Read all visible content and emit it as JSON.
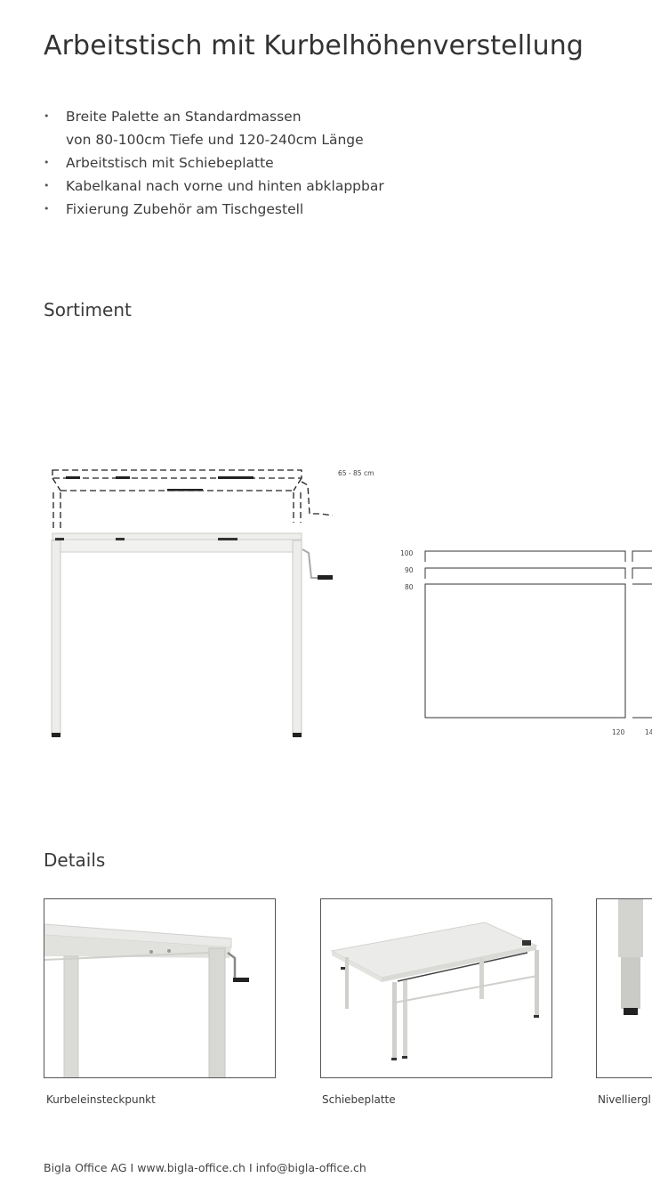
{
  "page": {
    "title": "Arbeitstisch mit Kurbelhöhenverstellung",
    "bullets": [
      {
        "line1": "Breite Palette an Standardmassen",
        "line2": "von 80-100cm Tiefe und 120-240cm Länge"
      },
      {
        "line1": "Arbeitstisch mit Schiebeplatte"
      },
      {
        "line1": "Kabelkanal nach vorne und hinten abklappbar"
      },
      {
        "line1": "Fixierung Zubehör am Tischgestell"
      }
    ]
  },
  "sortiment": {
    "heading": "Sortiment",
    "height_range_label": "65 - 85 cm",
    "depth_labels": [
      "100",
      "90",
      "80"
    ],
    "width_labels": [
      "120",
      "14"
    ]
  },
  "details": {
    "heading": "Details",
    "items": [
      {
        "caption": "Kurbeleinsteckpunkt",
        "icon": "crank-insert-point-image"
      },
      {
        "caption": "Schiebeplatte",
        "icon": "sliding-top-image"
      },
      {
        "caption": "Nivelliergl",
        "icon": "leveling-foot-image"
      }
    ]
  },
  "footer": {
    "text": "Bigla Office AG I www.bigla-office.ch I info@bigla-office.ch"
  }
}
